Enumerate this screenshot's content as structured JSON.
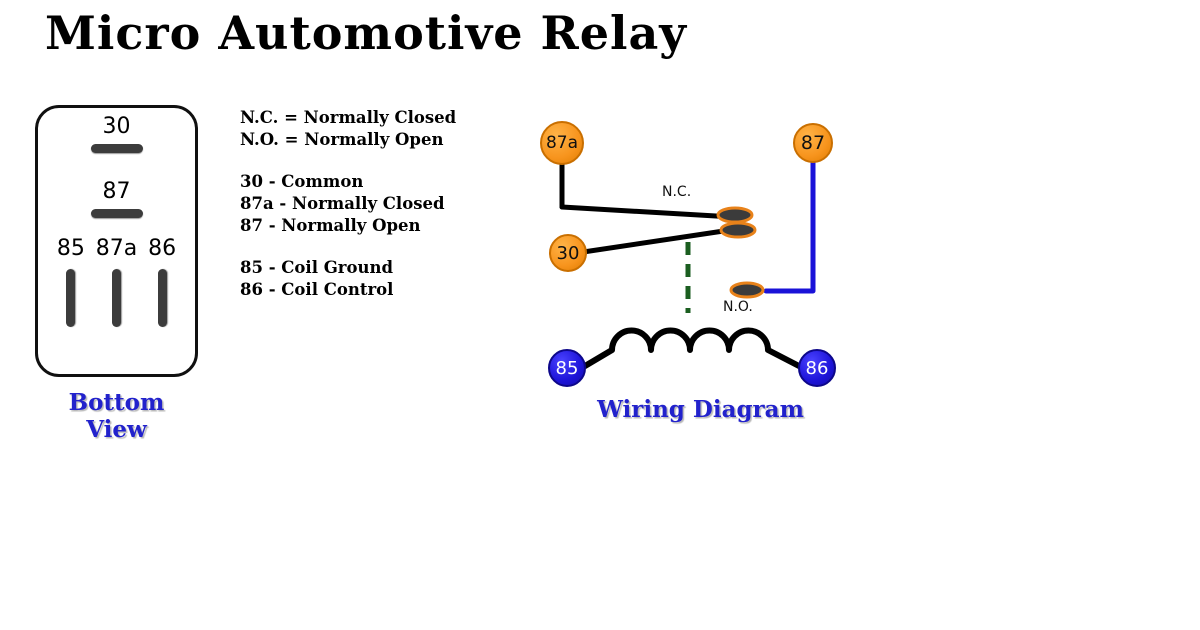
{
  "title": "Micro Automotive Relay",
  "bottom_view": {
    "caption": "Bottom View",
    "pin_top": "30",
    "pin_middle": "87",
    "pin_row": [
      "85",
      "87a",
      "86"
    ]
  },
  "legend": {
    "line_nc": "N.C. = Normally Closed",
    "line_no": "N.O. = Normally Open",
    "line_30": "30 - Common",
    "line_87a": "87a - Normally Closed",
    "line_87": "87 - Normally Open",
    "line_85": "85 - Coil Ground",
    "line_86": "86 - Coil Control"
  },
  "wiring": {
    "caption": "Wiring Diagram",
    "terminals": {
      "t87a": "87a",
      "t87": "87",
      "t30": "30",
      "t85": "85",
      "t86": "86"
    },
    "contact_labels": {
      "nc": "N.C.",
      "no": "N.O."
    },
    "colors": {
      "terminal_orange": "#f7941d",
      "terminal_blue": "#1d14d8",
      "wire_black": "#000000",
      "wire_blue": "#1a12d8",
      "linkage_green": "#1b5e20",
      "caption_blue": "#2222cc"
    }
  }
}
